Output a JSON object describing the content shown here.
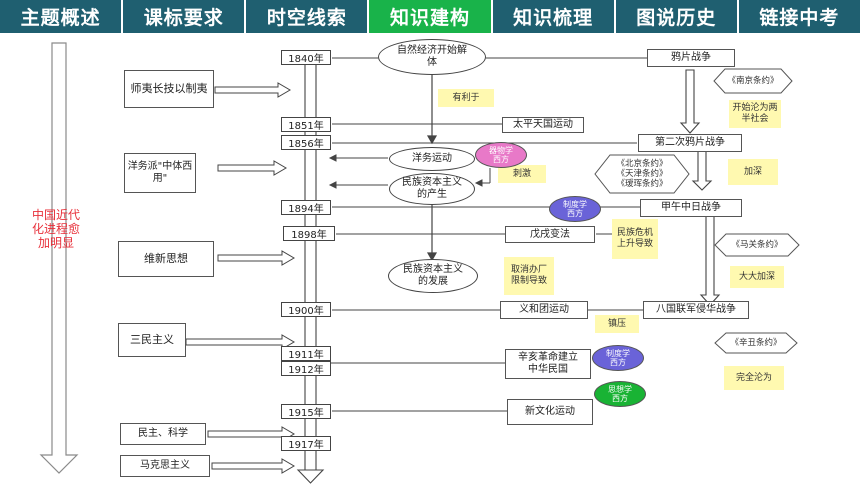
{
  "nav": {
    "tabs": [
      {
        "label": "主题概述",
        "active": false
      },
      {
        "label": "课标要求",
        "active": false
      },
      {
        "label": "时空线索",
        "active": false
      },
      {
        "label": "知识建构",
        "active": true
      },
      {
        "label": "知识梳理",
        "active": false
      },
      {
        "label": "图说历史",
        "active": false
      },
      {
        "label": "链接中考",
        "active": false
      }
    ]
  },
  "side_label": "中国近代化进程愈加明显",
  "years": [
    "1840年",
    "1851年",
    "1856年",
    "1894年",
    "1898年",
    "1900年",
    "1911年",
    "1912年",
    "1915年",
    "1917年"
  ],
  "left_boxes": {
    "shiyi": "师夷长技以制夷",
    "yangwu": "洋务派\"中体西用\"",
    "weixin": "维新思想",
    "sanmin": "三民主义",
    "minzhu": "民主、科学",
    "makesi": "马克思主义"
  },
  "center": {
    "ziran": "自然经济开始解体",
    "yangwu_yundong": "洋务运动",
    "minzu_chansheng": "民族资本主义的产生",
    "minzu_fazhan": "民族资本主义的发展",
    "taiping": "太平天国运动",
    "wuxu": "戊戌变法",
    "yihetuan": "义和团运动",
    "xinhai": "辛亥革命建立中华民国",
    "xinwenhua": "新文化运动"
  },
  "right": {
    "yapian": "鸦片战争",
    "er_yapian": "第二次鸦片战争",
    "jiawu": "甲午中日战争",
    "baguo": "八国联军侵华战争"
  },
  "treaties": {
    "nanjing": "《南京条约》",
    "beijing": "《北京条约》",
    "tianjin": "《天津条约》",
    "aihui": "《瑷珲条约》",
    "maguan": "《马关条约》",
    "xinchou": "《辛丑条约》"
  },
  "notes": {
    "youliyu": "有利于",
    "kaishi": "开始沦为两半社会",
    "jiashen": "加深",
    "ciji": "刺激",
    "minzu_weiji": "民族危机上升导致",
    "dada": "大大加深",
    "quxiao": "取消办厂限制导致",
    "zhenya": "镇压",
    "wanquan": "完全沦为"
  },
  "ovals": {
    "qiwu": {
      "text": "器物学西方",
      "color": "#e879c8"
    },
    "zhidu1": {
      "text": "制度学西方",
      "color": "#6a63d8"
    },
    "zhidu2": {
      "text": "制度学西方",
      "color": "#6a63d8"
    },
    "sixiang": {
      "text": "思想学西方",
      "color": "#19b334"
    }
  }
}
